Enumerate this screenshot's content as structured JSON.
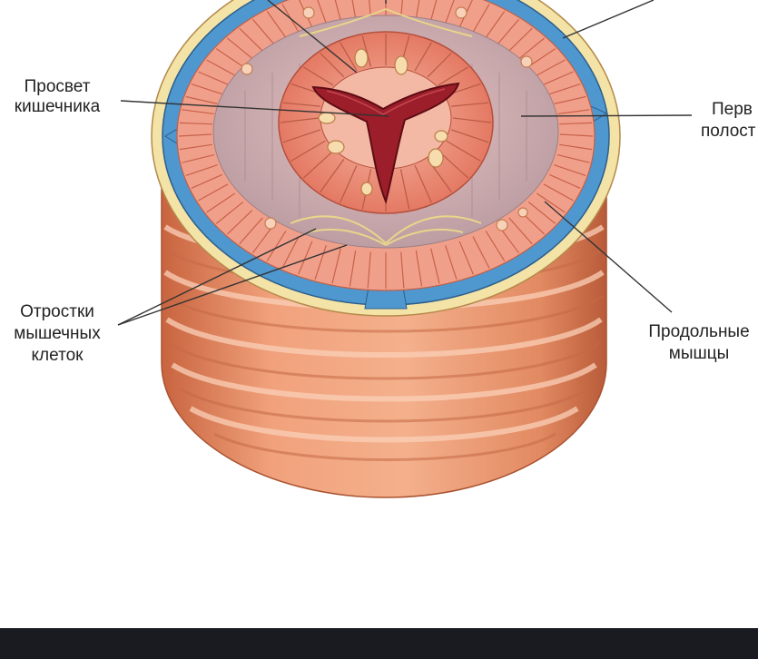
{
  "labels": {
    "lumen": [
      "Просвет",
      "кишечника"
    ],
    "body_cavity": [
      "Перв",
      "полост"
    ],
    "muscle_processes": [
      "Отростки",
      "мышечных",
      "клеток"
    ],
    "longitudinal_muscles": [
      "Продольные",
      "мышцы"
    ]
  },
  "colors": {
    "outer_muscle": "#ec9a72",
    "outer_muscle_dark": "#c8643f",
    "cuticle": "#f4e3a6",
    "hypodermis": "#4f97cf",
    "cavity": "#c8a9ac",
    "gut_wall": "#f0907a",
    "lumen": "#9c1e2a",
    "background": "#ffffff",
    "bottom_bar": "#1a1b20"
  }
}
